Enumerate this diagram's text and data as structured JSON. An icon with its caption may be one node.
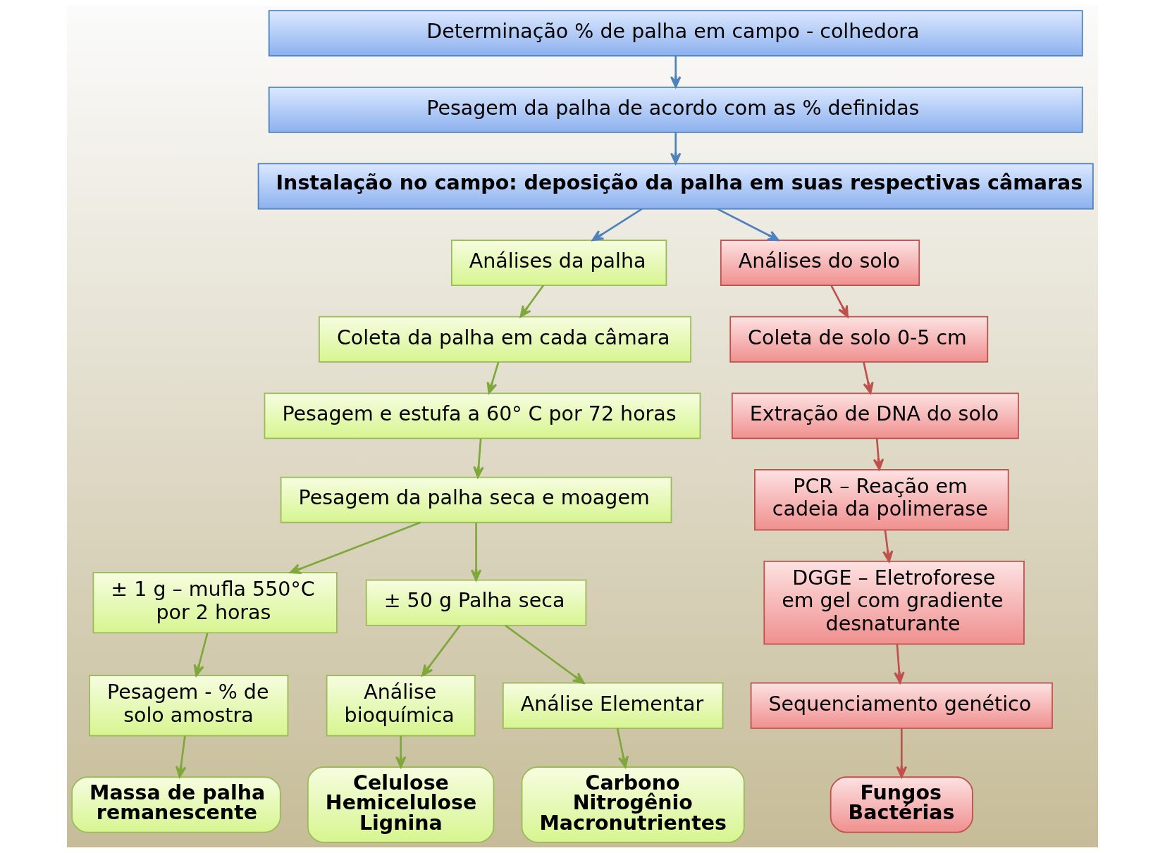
{
  "diagram": {
    "nodes": [
      {
        "text": [
          "Determinação % de palha em campo - colhedora"
        ]
      },
      {
        "text": [
          "Pesagem da palha de acordo com as % definidas"
        ]
      },
      {
        "text": [
          "Instalação no campo: deposição da palha em suas respectivas câmaras"
        ]
      },
      {
        "text": [
          "Análises da palha"
        ]
      },
      {
        "text": [
          "Coleta da palha em cada câmara"
        ]
      },
      {
        "text": [
          "Pesagem e estufa a 60° C por 72 horas"
        ]
      },
      {
        "text": [
          "Pesagem da palha seca e moagem"
        ]
      },
      {
        "text": [
          "± 1 g – mufla 550°C por 2 horas"
        ]
      },
      {
        "text": [
          "Pesagem - % de solo amostra"
        ]
      },
      {
        "text": [
          "Massa de palha remanescente"
        ]
      },
      {
        "text": [
          "± 50 g Palha seca"
        ]
      },
      {
        "text": [
          "Análise bioquímica"
        ]
      },
      {
        "text": [
          "Análise Elementar"
        ]
      },
      {
        "text": [
          "Celulose",
          "Hemicelulose",
          "Lignina"
        ]
      },
      {
        "text": [
          "Carbono",
          "Nitrogênio",
          "Macronutrientes"
        ]
      },
      {
        "text": [
          "Análises do solo"
        ]
      },
      {
        "text": [
          "Coleta de solo 0-5 cm"
        ]
      },
      {
        "text": [
          "Extração de DNA do solo"
        ]
      },
      {
        "text": [
          "PCR – Reação em cadeia da polimerase"
        ]
      },
      {
        "text": [
          "DGGE – Eletroforese em gel com gradiente desnaturante"
        ]
      },
      {
        "text": [
          "Sequenciamento genético"
        ]
      },
      {
        "text": [
          "Fungos",
          "Bactérias"
        ]
      }
    ],
    "edges": [
      {
        "from": 0,
        "to": 1,
        "arrow": "to",
        "color": "#4f81bd"
      },
      {
        "from": 1,
        "to": 2,
        "arrow": "to",
        "color": "#4f81bd"
      },
      {
        "from": 2,
        "to": 3,
        "arrow": "to",
        "color": "#4f81bd"
      },
      {
        "from": 2,
        "to": 15,
        "arrow": "to",
        "color": "#4f81bd"
      },
      {
        "from": 3,
        "to": 4,
        "arrow": "to"
      },
      {
        "from": 4,
        "to": 5,
        "arrow": "to"
      },
      {
        "from": 5,
        "to": 6,
        "arrow": "to"
      },
      {
        "from": 6,
        "to": 7,
        "arrow": "to"
      },
      {
        "from": 6,
        "to": 10,
        "arrow": "to"
      },
      {
        "from": 7,
        "to": 8,
        "arrow": "to"
      },
      {
        "from": 8,
        "to": 9,
        "arrow": "to"
      },
      {
        "from": 10,
        "to": 11,
        "arrow": "to"
      },
      {
        "from": 10,
        "to": 12,
        "arrow": "to"
      },
      {
        "from": 11,
        "to": 13,
        "arrow": "to"
      },
      {
        "from": 12,
        "to": 14,
        "arrow": "to"
      },
      {
        "from": 15,
        "to": 16,
        "arrow": "to",
        "color": "#c0504d"
      },
      {
        "from": 16,
        "to": 17,
        "arrow": "to",
        "color": "#c0504d"
      },
      {
        "from": 17,
        "to": 18,
        "arrow": "to",
        "color": "#c0504d"
      },
      {
        "from": 18,
        "to": 19,
        "arrow": "to",
        "color": "#c0504d"
      },
      {
        "from": 19,
        "to": 20,
        "arrow": "to",
        "color": "#c0504d"
      },
      {
        "from": 20,
        "to": 21,
        "arrow": "to",
        "color": "#c0504d"
      }
    ]
  }
}
